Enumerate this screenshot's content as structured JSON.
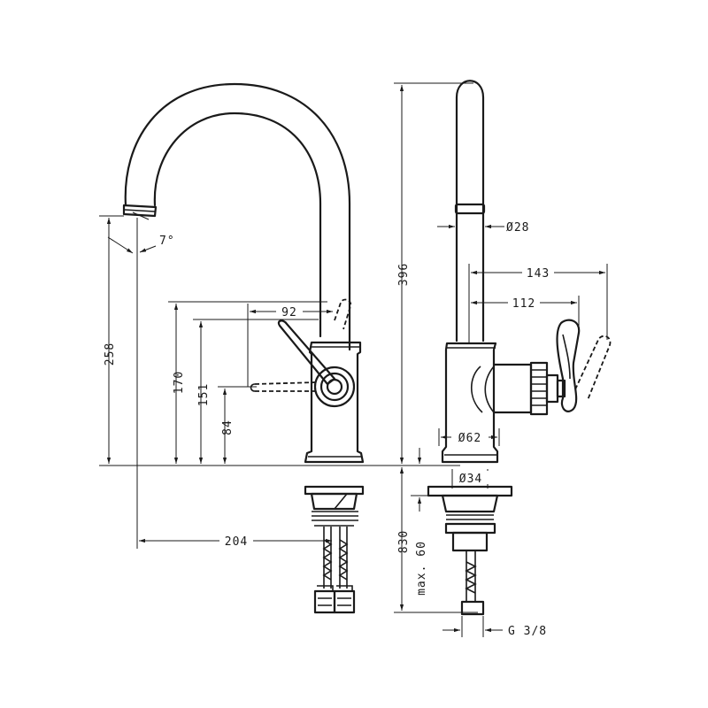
{
  "dimensions": {
    "angle": "7°",
    "spout_height": "258",
    "handle_height_170": "170",
    "handle_height_151": "151",
    "handle_height_84": "84",
    "handle_offset": "92",
    "spout_reach": "204",
    "total_height": "396",
    "spout_diameter": "Ø28",
    "handle_reach_143": "143",
    "handle_reach_112": "112",
    "body_diameter": "Ø62",
    "base_diameter": "Ø34",
    "hose_length": "830",
    "max_deck": "max. 60",
    "thread": "G 3/8"
  }
}
